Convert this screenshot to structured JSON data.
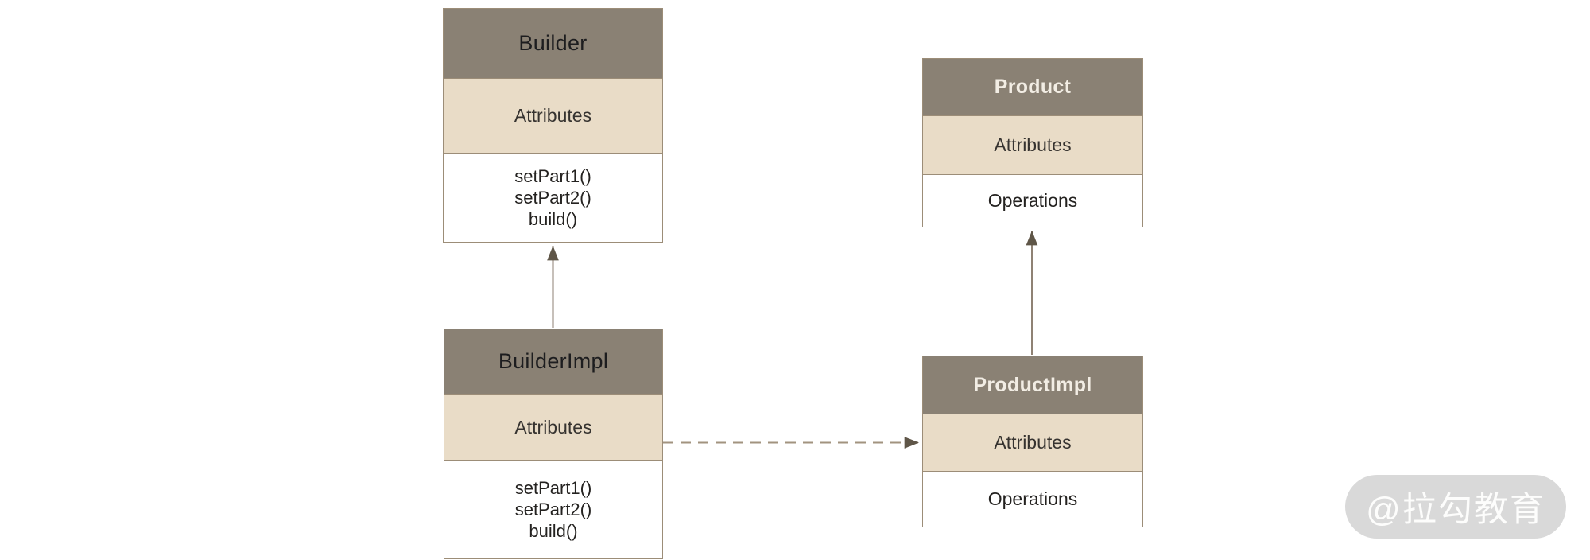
{
  "diagram": {
    "type": "uml-class-diagram",
    "pattern": "Builder",
    "classes": {
      "builder": {
        "title": "Builder",
        "attributes_label": "Attributes",
        "methods": [
          "setPart1()",
          "setPart2()",
          "build()"
        ]
      },
      "product": {
        "title": "Product",
        "attributes_label": "Attributes",
        "operations_label": "Operations"
      },
      "builder_impl": {
        "title": "BuilderImpl",
        "attributes_label": "Attributes",
        "methods": [
          "setPart1()",
          "setPart2()",
          "build()"
        ]
      },
      "product_impl": {
        "title": "ProductImpl",
        "attributes_label": "Attributes",
        "operations_label": "Operations"
      }
    },
    "edges": [
      {
        "from": "BuilderImpl",
        "to": "Builder",
        "line": "solid",
        "arrow": "filled-triangle",
        "direction": "up"
      },
      {
        "from": "ProductImpl",
        "to": "Product",
        "line": "solid",
        "arrow": "filled-triangle",
        "direction": "up"
      },
      {
        "from": "BuilderImpl",
        "to": "ProductImpl",
        "line": "dashed",
        "arrow": "filled-triangle",
        "direction": "right"
      }
    ],
    "colors": {
      "header_bg": "#8a8174",
      "attributes_bg": "#e9dcc7",
      "operations_bg": "#ffffff",
      "border": "#9c8d78",
      "line": "#8f8274",
      "arrowhead": "#5f5648",
      "title_dark": "#1d1d1f",
      "title_light": "#f2ede4"
    }
  },
  "watermark": {
    "text": "@拉勾教育"
  }
}
